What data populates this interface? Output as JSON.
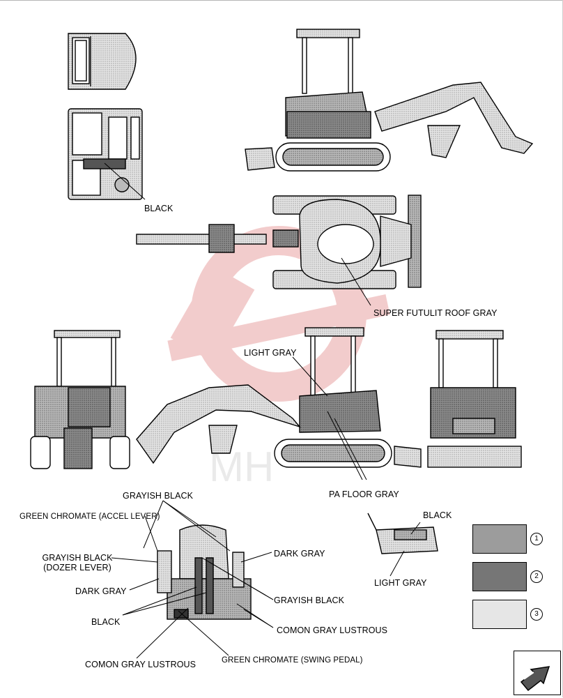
{
  "labels": {
    "cab_black": "BLACK",
    "roof_gray": "SUPER FUTULIT ROOF GRAY",
    "light_gray_side": "LIGHT GRAY",
    "pa_floor_gray": "PA  FLOOR  GRAY",
    "grayish_black_top": "GRAYISH BLACK",
    "green_chromate_accel": "GREEN CHROMATE (ACCEL LEVER)",
    "grayish_black_dozer_1": "GRAYISH BLACK",
    "grayish_black_dozer_2": "(DOZER LEVER)",
    "dark_gray_left": "DARK GRAY",
    "black_left": "BLACK",
    "comon_gray_bottom": "COMON GRAY LUSTROUS",
    "green_chromate_swing": "GREEN CHROMATE (SWING PEDAL)",
    "dark_gray_right": "DARK GRAY",
    "grayish_black_right": "GRAYISH BLACK",
    "comon_gray_right": "COMON GRAY LUSTROUS",
    "lever_black": "BLACK",
    "lever_light_gray": "LIGHT GRAY"
  },
  "legend": [
    {
      "number": "1",
      "color": "#9c9c9c"
    },
    {
      "number": "2",
      "color": "#767676"
    },
    {
      "number": "3",
      "color": "#e6e6e6"
    }
  ],
  "colors": {
    "light_fill": "#d8d8d8",
    "mid_fill": "#a8a8a8",
    "dark_fill": "#6e6e6e",
    "watermark": "#e9a3a3"
  },
  "icons": {
    "nav_button": "arrow-pointer-icon"
  }
}
